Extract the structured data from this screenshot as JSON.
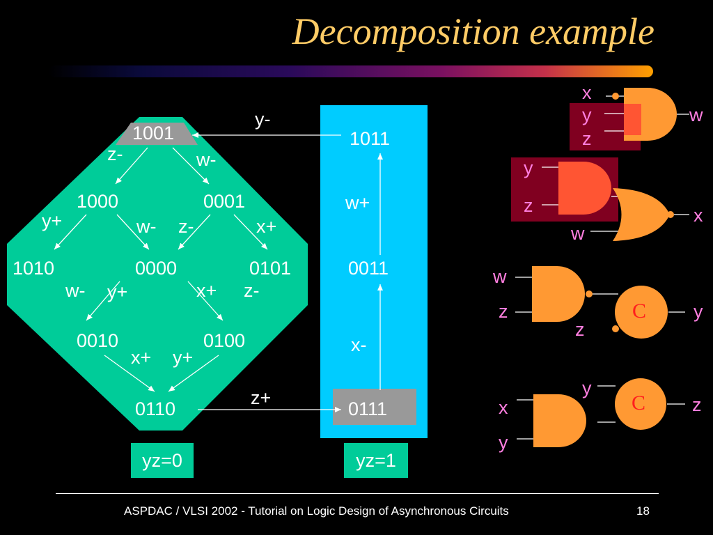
{
  "title": "Decomposition example",
  "footer": {
    "text": "ASPDAC / VLSI 2002 - Tutorial on Logic Design of Asynchronous Circuits",
    "page": "18"
  },
  "state_graph": {
    "left": {
      "states": [
        "1001",
        "1000",
        "0001",
        "1010",
        "0000",
        "0101",
        "0010",
        "0100",
        "0110"
      ],
      "transitions": [
        "z-",
        "w-",
        "y+",
        "w-",
        "z-",
        "x+",
        "w-",
        "y+",
        "x+",
        "z-",
        "x+",
        "y+"
      ],
      "tag": "yz=0"
    },
    "right": {
      "states": [
        "1011",
        "0011",
        "0111"
      ],
      "transitions": [
        "w+",
        "x-"
      ],
      "tag": "yz=1"
    },
    "cross": [
      "y-",
      "z+"
    ]
  },
  "circuits": {
    "c1": {
      "inputs": [
        "x",
        "y",
        "z"
      ],
      "output": "w"
    },
    "c2": {
      "inputs": [
        "y",
        "z",
        "w"
      ],
      "output": "x"
    },
    "c3": {
      "inputs": [
        "w",
        "z",
        "z"
      ],
      "gate_label": "C",
      "output": "y"
    },
    "c4": {
      "inputs": [
        "y",
        "x",
        "y"
      ],
      "gate_label": "C",
      "output": "z"
    }
  },
  "colors": {
    "title": "#ffcc66",
    "left_region": "#00cc99",
    "right_region": "#00ccff",
    "gate": "#ff9933",
    "highlight_gate": "#ff5533",
    "highlight_box": "#800020",
    "state_box": "#999999",
    "signal_label": "#ff7fe0"
  }
}
